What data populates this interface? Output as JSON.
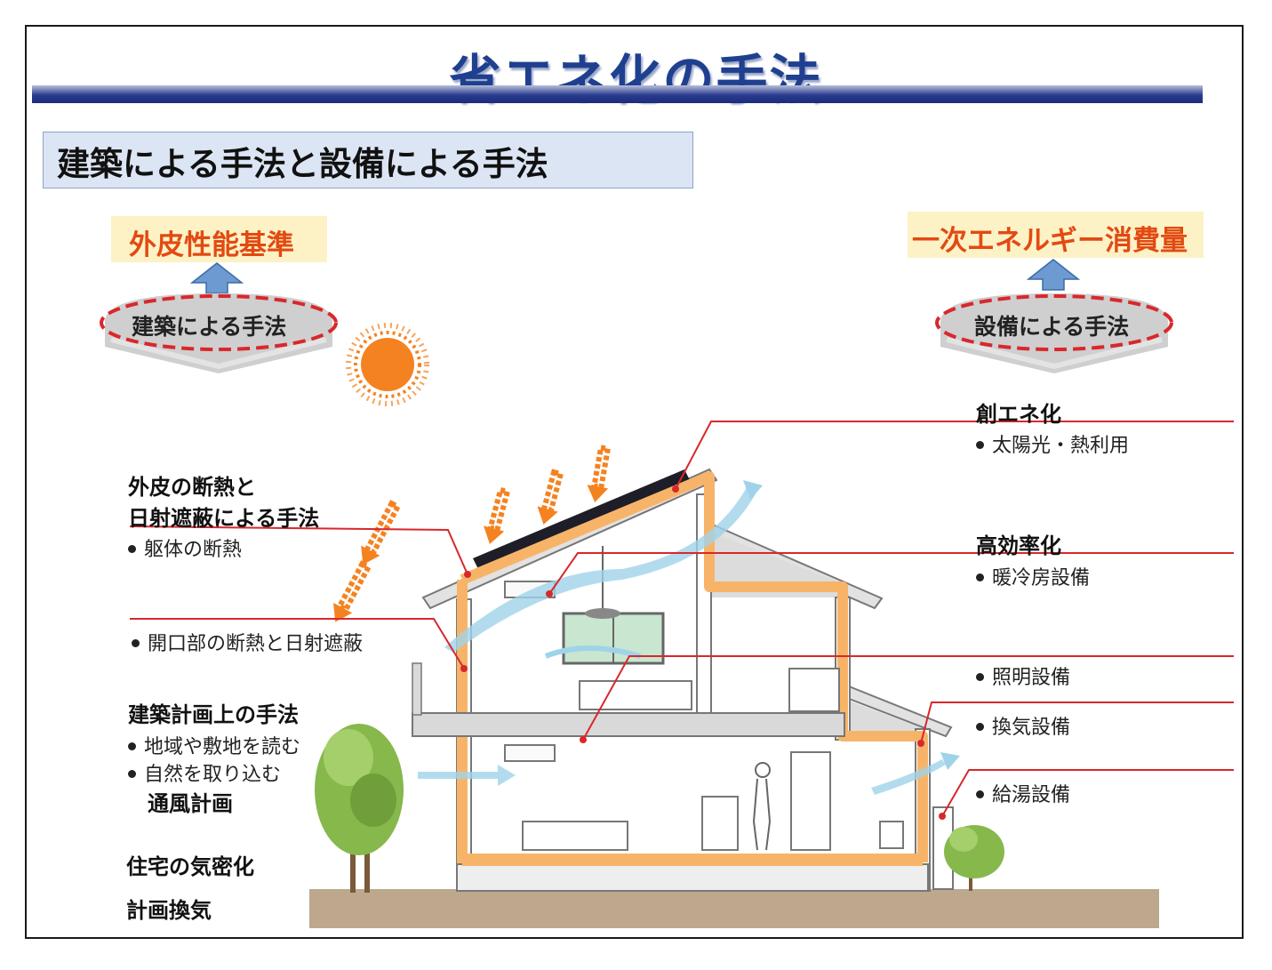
{
  "title": "省エネ化の手法",
  "subtitle": "建築による手法と設備による手法",
  "left_standard": "外皮性能基準",
  "right_standard": "一次エネルギー消費量",
  "left_method": "建築による手法",
  "right_method": "設備による手法",
  "left_labels": {
    "insulation_heading_1": "外皮の断熱と",
    "insulation_heading_2": "日射遮蔽による手法",
    "insulation_item": "躯体の断熱",
    "opening_item": "開口部の断熱と日射遮蔽",
    "planning_heading": "建築計画上の手法",
    "planning_item_1": "地域や敷地を読む",
    "planning_item_2": "自然を取り込む",
    "ventilation_plan": "通風計画",
    "airtight": "住宅の気密化",
    "planned_ventilation": "計画換気"
  },
  "right_labels": {
    "create_energy": "創エネ化",
    "create_energy_item": "太陽光・熱利用",
    "efficiency": "高効率化",
    "hvac": "暖冷房設備",
    "lighting": "照明設備",
    "ventilation": "換気設備",
    "hot_water": "給湯設備"
  },
  "colors": {
    "title": "#1f3f8f",
    "standard_text": "#e24a12",
    "standard_bg": "#fdf2c6",
    "leader_line": "#d8282c",
    "insulation": "#f7b469",
    "sun": "#f58220",
    "wind_arrow": "#9fd3ea",
    "up_arrow": "#6d9bd1"
  }
}
